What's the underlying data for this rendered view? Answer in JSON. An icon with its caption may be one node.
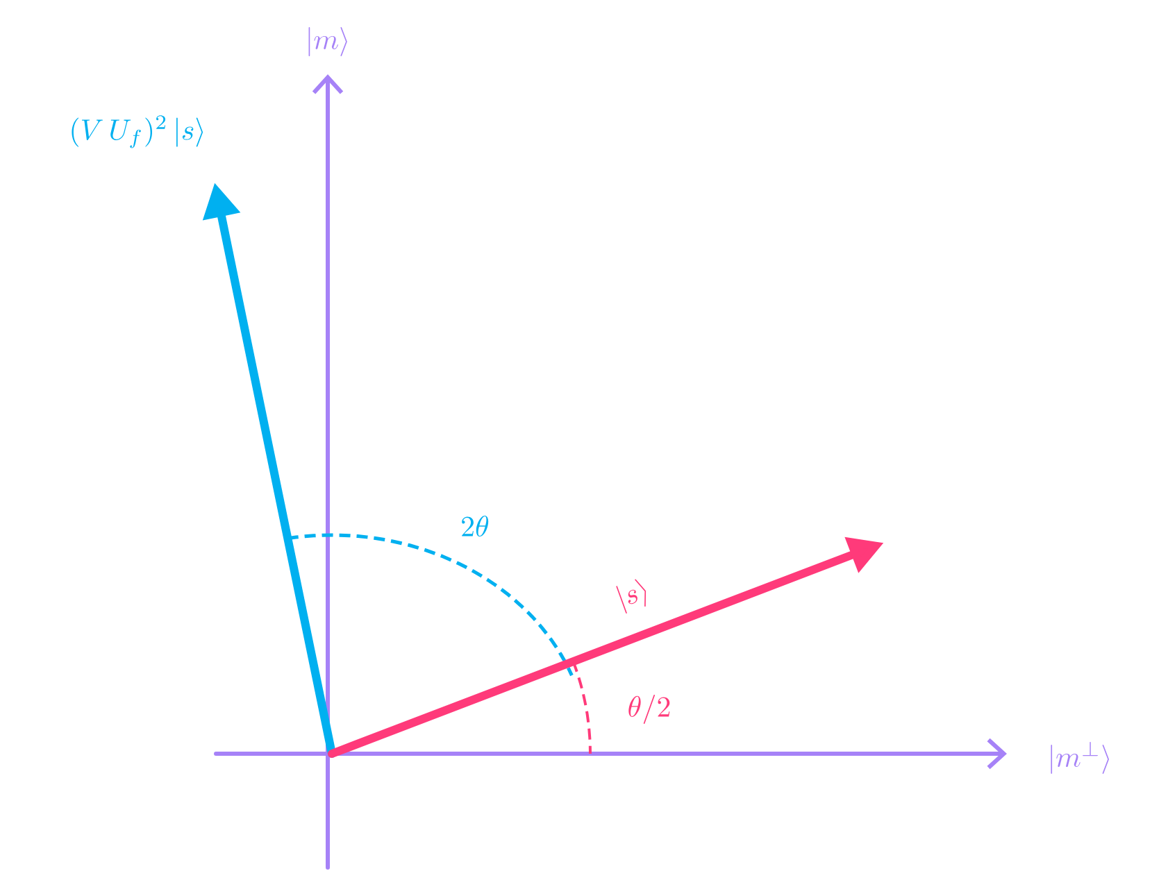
{
  "diagram": {
    "labels": [
      "|m\\rangle",
      "(V\\,U_f)^2\\,|s\\rangle",
      "2\\theta",
      "|s\\rangle",
      "\\theta/2",
      "|m^{\\perp}\\rangle"
    ]
  }
}
